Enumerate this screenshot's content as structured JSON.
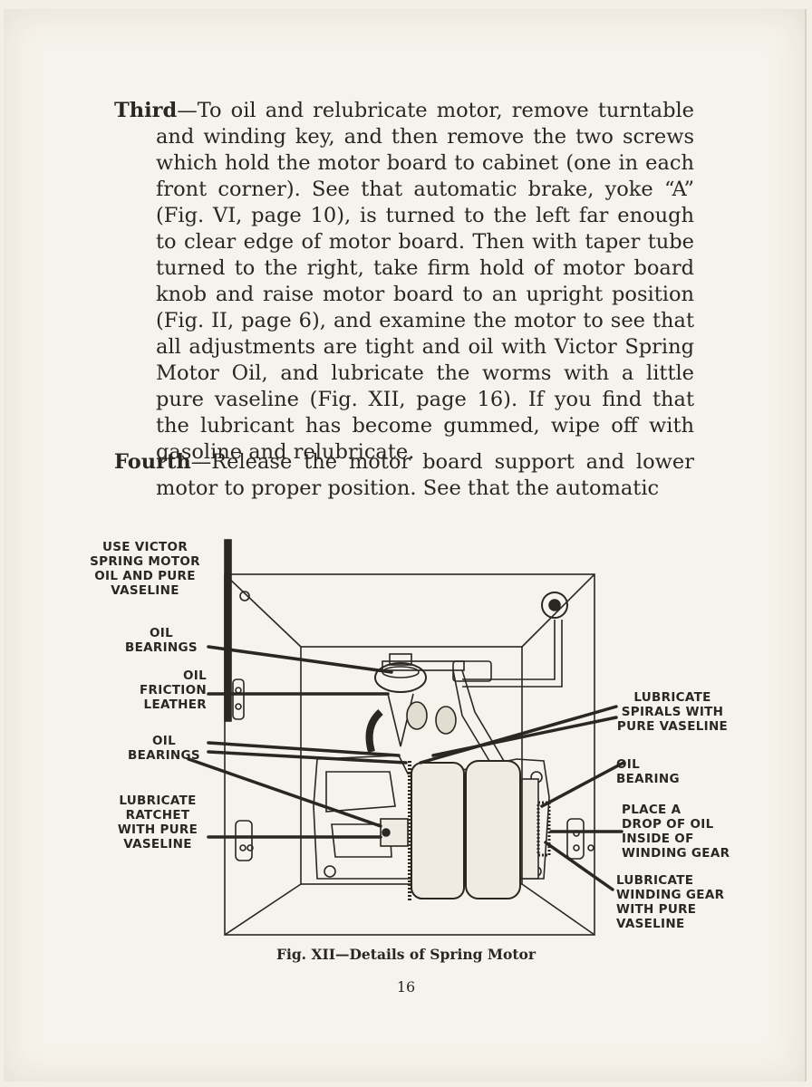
{
  "paragraphs": {
    "third": {
      "lead": "Third",
      "text": "—To oil and relubricate motor, remove turntable and winding key, and then remove the two screws which hold the motor board to cabinet (one in each front corner). See that automatic brake, yoke “A” (Fig. VI, page 10), is turned to the left far enough to clear edge of motor board. Then with taper tube turned to the right, take firm hold of motor board knob and raise motor board to an upright position (Fig. II, page 6), and examine the motor to see that all adjustments are tight and oil with Victor Spring Motor Oil, and lubricate the worms with a little pure vaseline (Fig. XII, page 16). If you find that the lubricant has become gummed, wipe off with gasoline and relubricate."
    },
    "fourth": {
      "lead": "Fourth",
      "text": "—Release the motor board support and lower motor to proper position. See that the automatic"
    }
  },
  "figure": {
    "labels": {
      "use_victor": "USE VICTOR\nSPRING MOTOR\nOIL AND PURE\nVASELINE",
      "oil_bearings_top": "OIL\nBEARINGS",
      "oil_friction": "OIL\nFRICTION\nLEATHER",
      "oil_bearings_mid": "OIL\nBEARINGS",
      "lubricate_ratchet": "LUBRICATE\nRATCHET\nWITH PURE\nVASELINE",
      "lubricate_spirals": "LUBRICATE\nSPIRALS WITH\nPURE VASELINE",
      "oil_bearing_right": "OIL\nBEARING",
      "place_drop": "PLACE A\nDROP OF OIL\nINSIDE OF\nWINDING GEAR",
      "lubricate_winding": "LUBRICATE\nWINDING GEAR\nWITH PURE\nVASELINE"
    },
    "caption": "Fig. XII—Details of Spring Motor"
  },
  "page_number": "16"
}
